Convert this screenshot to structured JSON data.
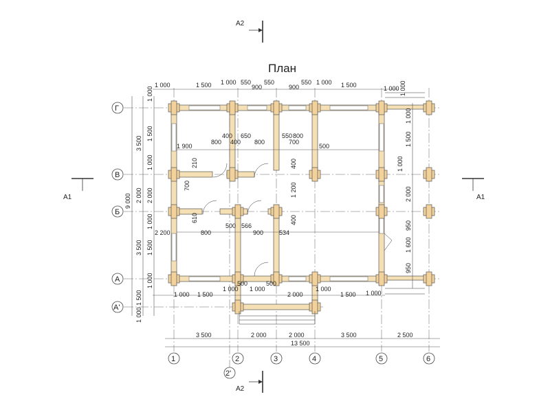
{
  "title": "План",
  "sections": {
    "a1": "A1",
    "a2": "A2"
  },
  "grid": {
    "columns": [
      "1",
      "2",
      "3",
      "4",
      "5",
      "6"
    ],
    "column_extra": "2'",
    "rows": [
      "Г",
      "В",
      "Б",
      "А"
    ],
    "row_extra": "А'"
  },
  "dims_top": [
    "1 000",
    "1 500",
    "1 000",
    "550",
    "900",
    "550",
    "900",
    "550",
    "1 000",
    "1 500",
    "1 000"
  ],
  "dims_top_right": "1 000",
  "dims_bottom_row": [
    "1 000",
    "1 500",
    "1 000",
    "1 000",
    "2 000",
    "1 000",
    "1 500",
    "1 000"
  ],
  "dims_bottom_axes": [
    "3 500",
    "2 000",
    "2 000",
    "3 500",
    "2 500"
  ],
  "dims_total": "13 500",
  "dims_left_outer": [
    "3 500",
    "2 000",
    "3 500",
    "1 500"
  ],
  "dims_left_total": "9 000",
  "dims_left_inner": [
    "1 000",
    "1 500",
    "1 000",
    "2 000",
    "1 000",
    "1 500",
    "1 000",
    "1 000"
  ],
  "dims_right": [
    "1 000",
    "1 500",
    "1 000",
    "2 000",
    "950",
    "1 600",
    "950"
  ],
  "interior_labels": [
    "400",
    "650",
    "550",
    "800",
    "400",
    "800",
    "700",
    "800",
    "1 900",
    "500",
    "210",
    "400",
    "700",
    "1 200",
    "610",
    "400",
    "2 200",
    "800",
    "500",
    "566",
    "900",
    "534",
    "500",
    "500"
  ]
}
